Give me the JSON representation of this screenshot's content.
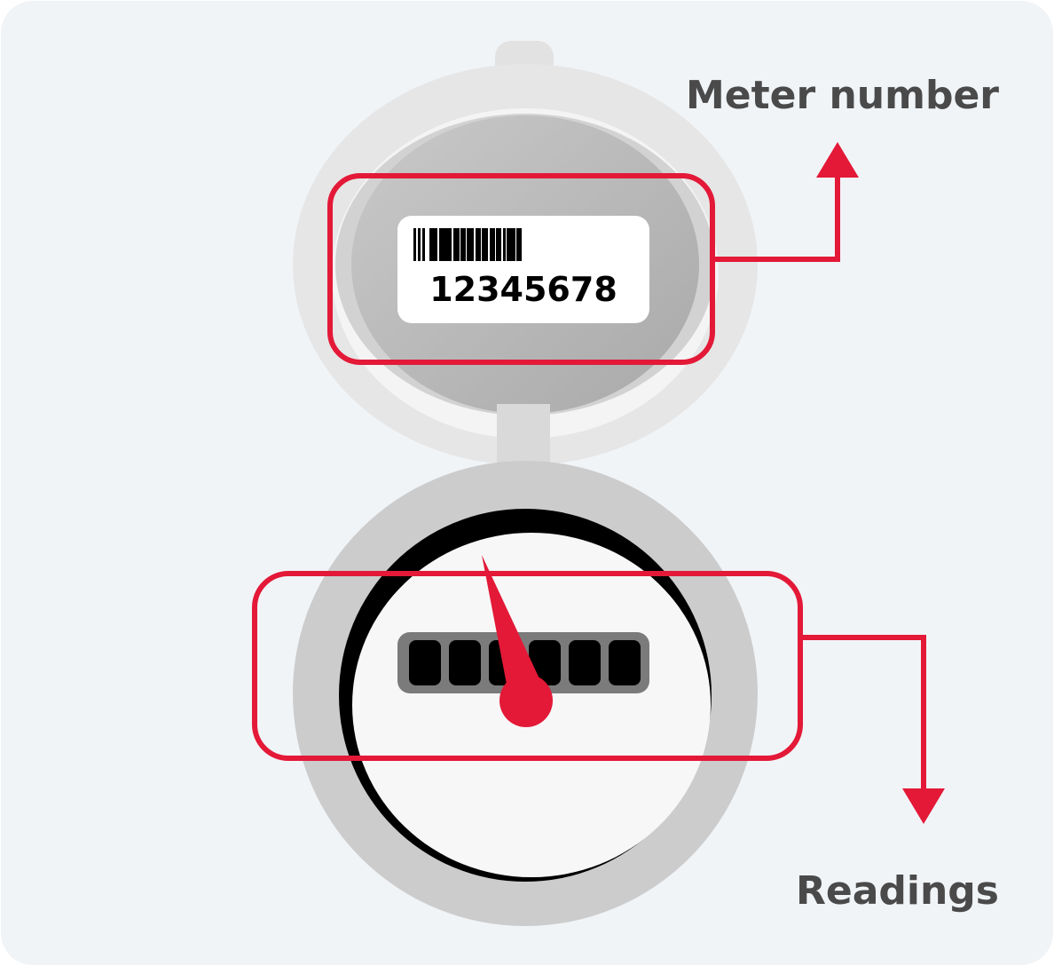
{
  "labels": {
    "meter_number": "Meter number",
    "readings": "Readings"
  },
  "meter": {
    "serial": "12345678",
    "digit_count": 6
  },
  "colors": {
    "background": "#f1f4f7",
    "accent_red": "#e31937",
    "label_text": "#4a4a4a",
    "lid": "#e6e6e6",
    "lid_inner": "#b9b9b9",
    "body": "#cccccc",
    "dial_face": "#f7f7f7",
    "dial_ring": "#000000",
    "counter_bezel": "#7b7b7b",
    "counter_digit": "#000000",
    "barcode_label": "#ffffff"
  },
  "icons": {
    "barcode": "barcode-icon",
    "needle": "needle-icon",
    "arrow_up": "arrow-up-icon",
    "arrow_down": "arrow-down-icon"
  }
}
